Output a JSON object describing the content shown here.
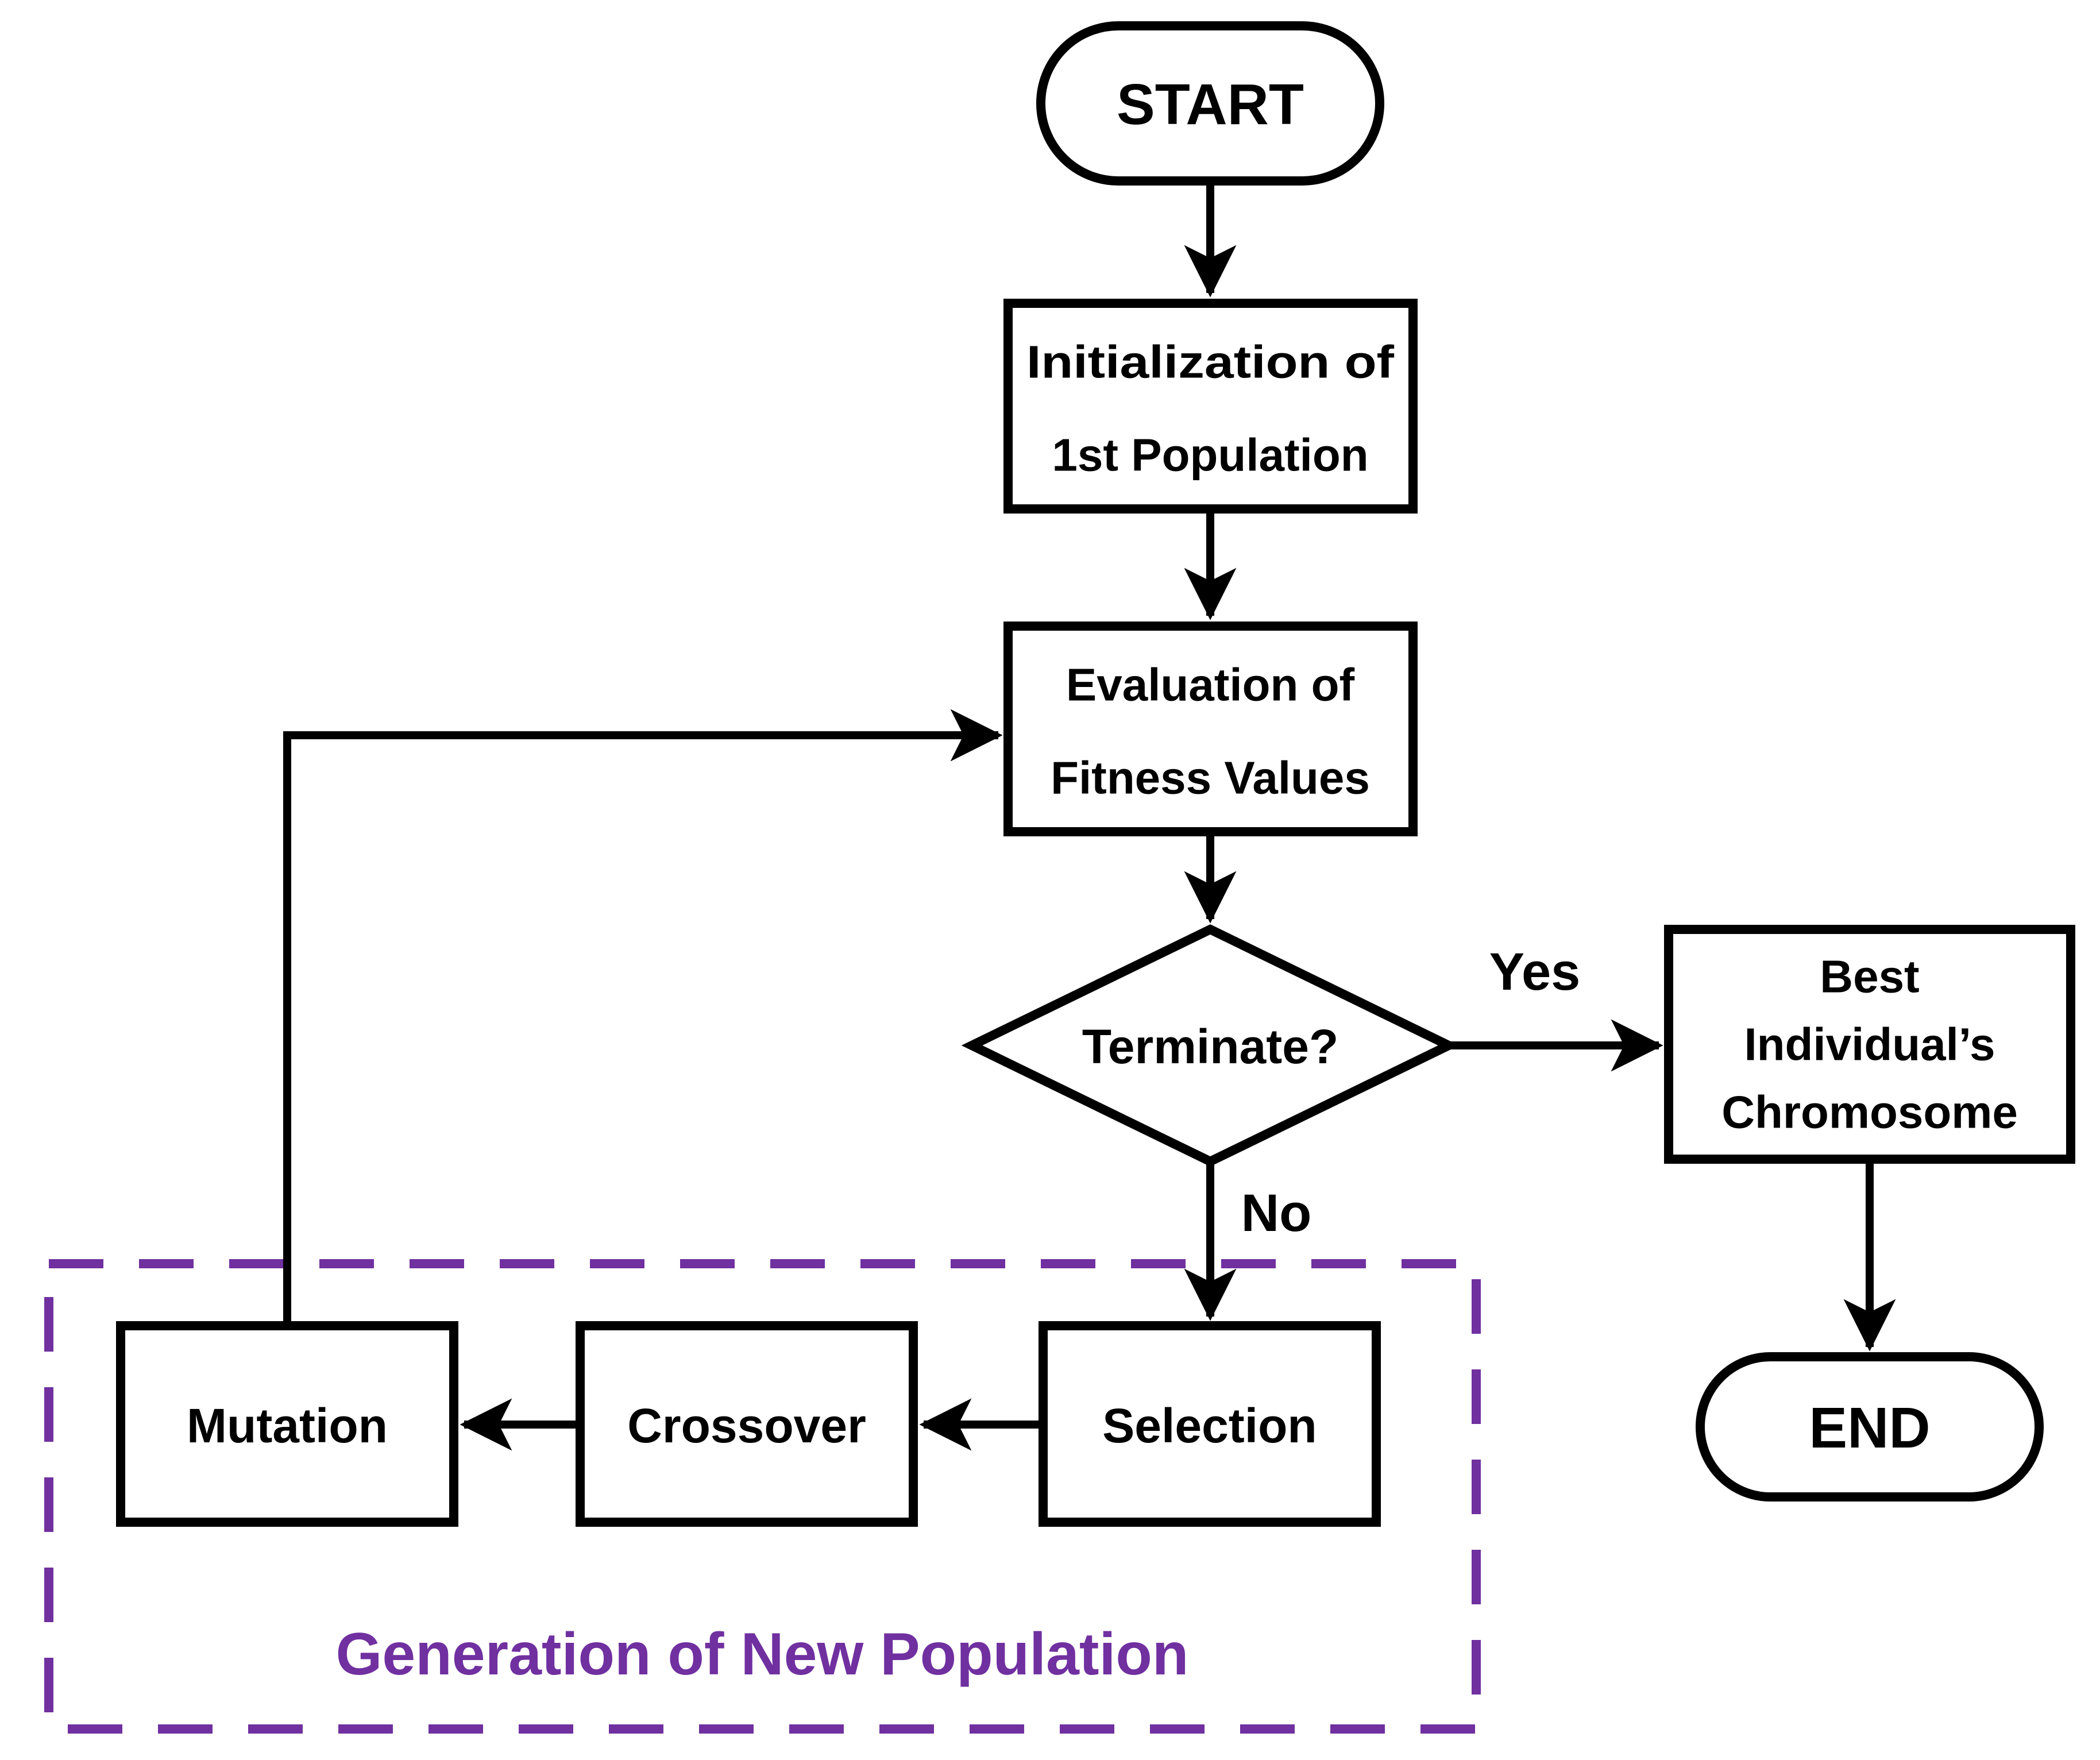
{
  "diagram": {
    "background": "#ffffff",
    "colors": {
      "line": "#000000",
      "accent": "#7030a0"
    },
    "nodes": {
      "start": {
        "label": "START"
      },
      "initialization": {
        "line1": "Initialization of",
        "line2": "1st Population"
      },
      "evaluation": {
        "line1": "Evaluation of",
        "line2": "Fitness Values"
      },
      "terminate": {
        "label": "Terminate?"
      },
      "best_chromosome": {
        "line1": "Best",
        "line2": "Individual’s",
        "line3": "Chromosome"
      },
      "end": {
        "label": "END"
      },
      "selection": {
        "label": "Selection"
      },
      "crossover": {
        "label": "Crossover"
      },
      "mutation": {
        "label": "Mutation"
      }
    },
    "edges": {
      "yes": "Yes",
      "no": "No"
    },
    "group_box": {
      "label": "Generation of New Population"
    }
  }
}
